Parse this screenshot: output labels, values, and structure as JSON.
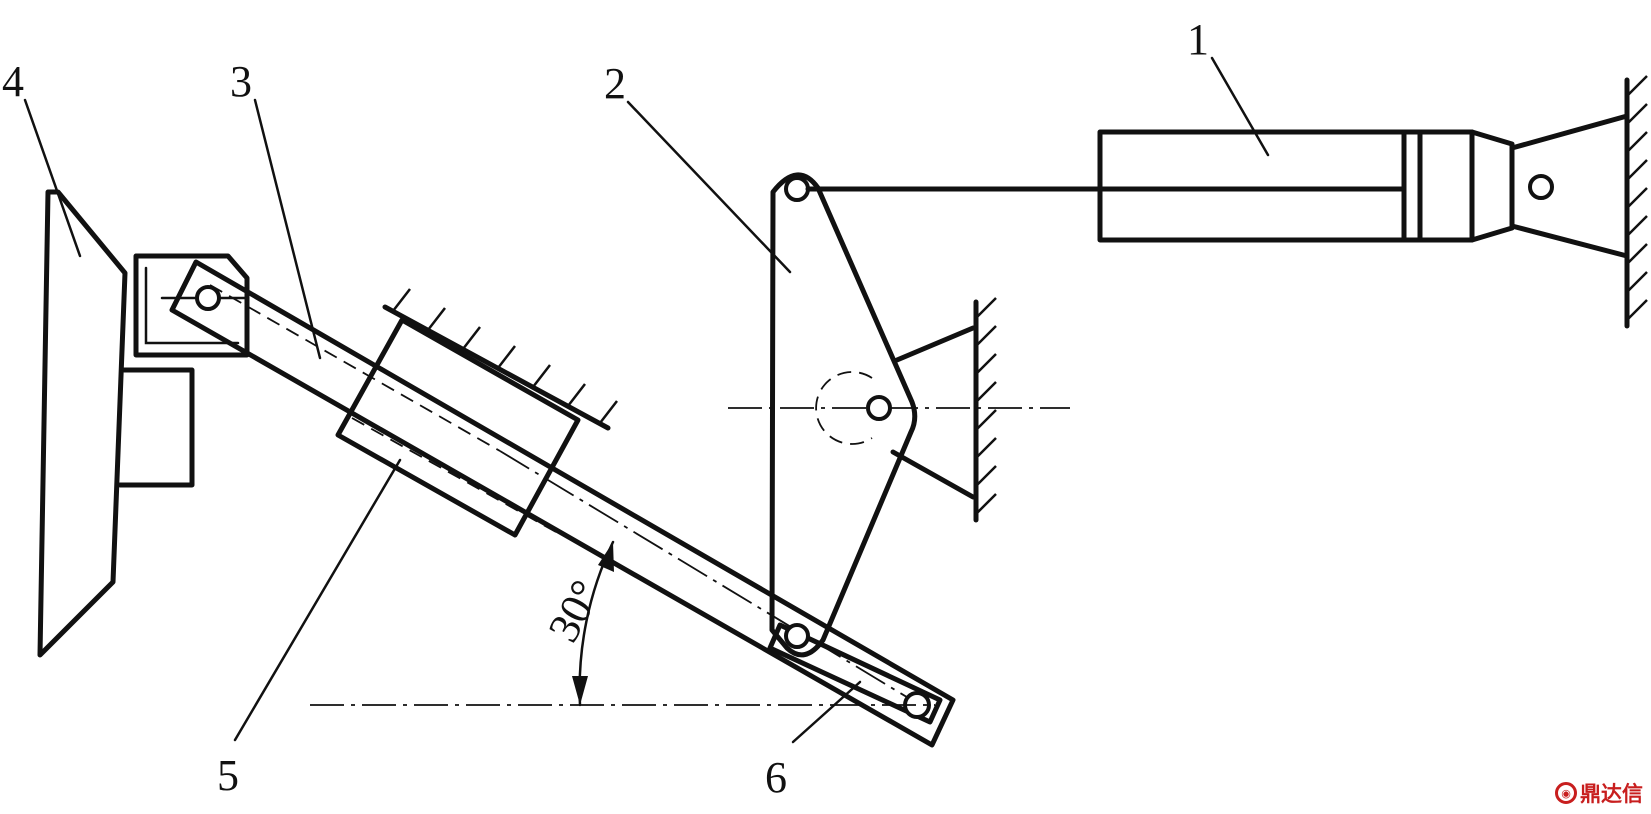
{
  "diagram": {
    "labels": [
      {
        "id": "label-1",
        "text": "1"
      },
      {
        "id": "label-2",
        "text": "2"
      },
      {
        "id": "label-3",
        "text": "3"
      },
      {
        "id": "label-4",
        "text": "4"
      },
      {
        "id": "label-5",
        "text": "5"
      },
      {
        "id": "label-6",
        "text": "6"
      }
    ],
    "angle_text": "30°",
    "angle_value_deg": 30,
    "line_color": "#111111"
  },
  "watermark": {
    "text": "鼎达信",
    "color": "#c81e1e"
  }
}
